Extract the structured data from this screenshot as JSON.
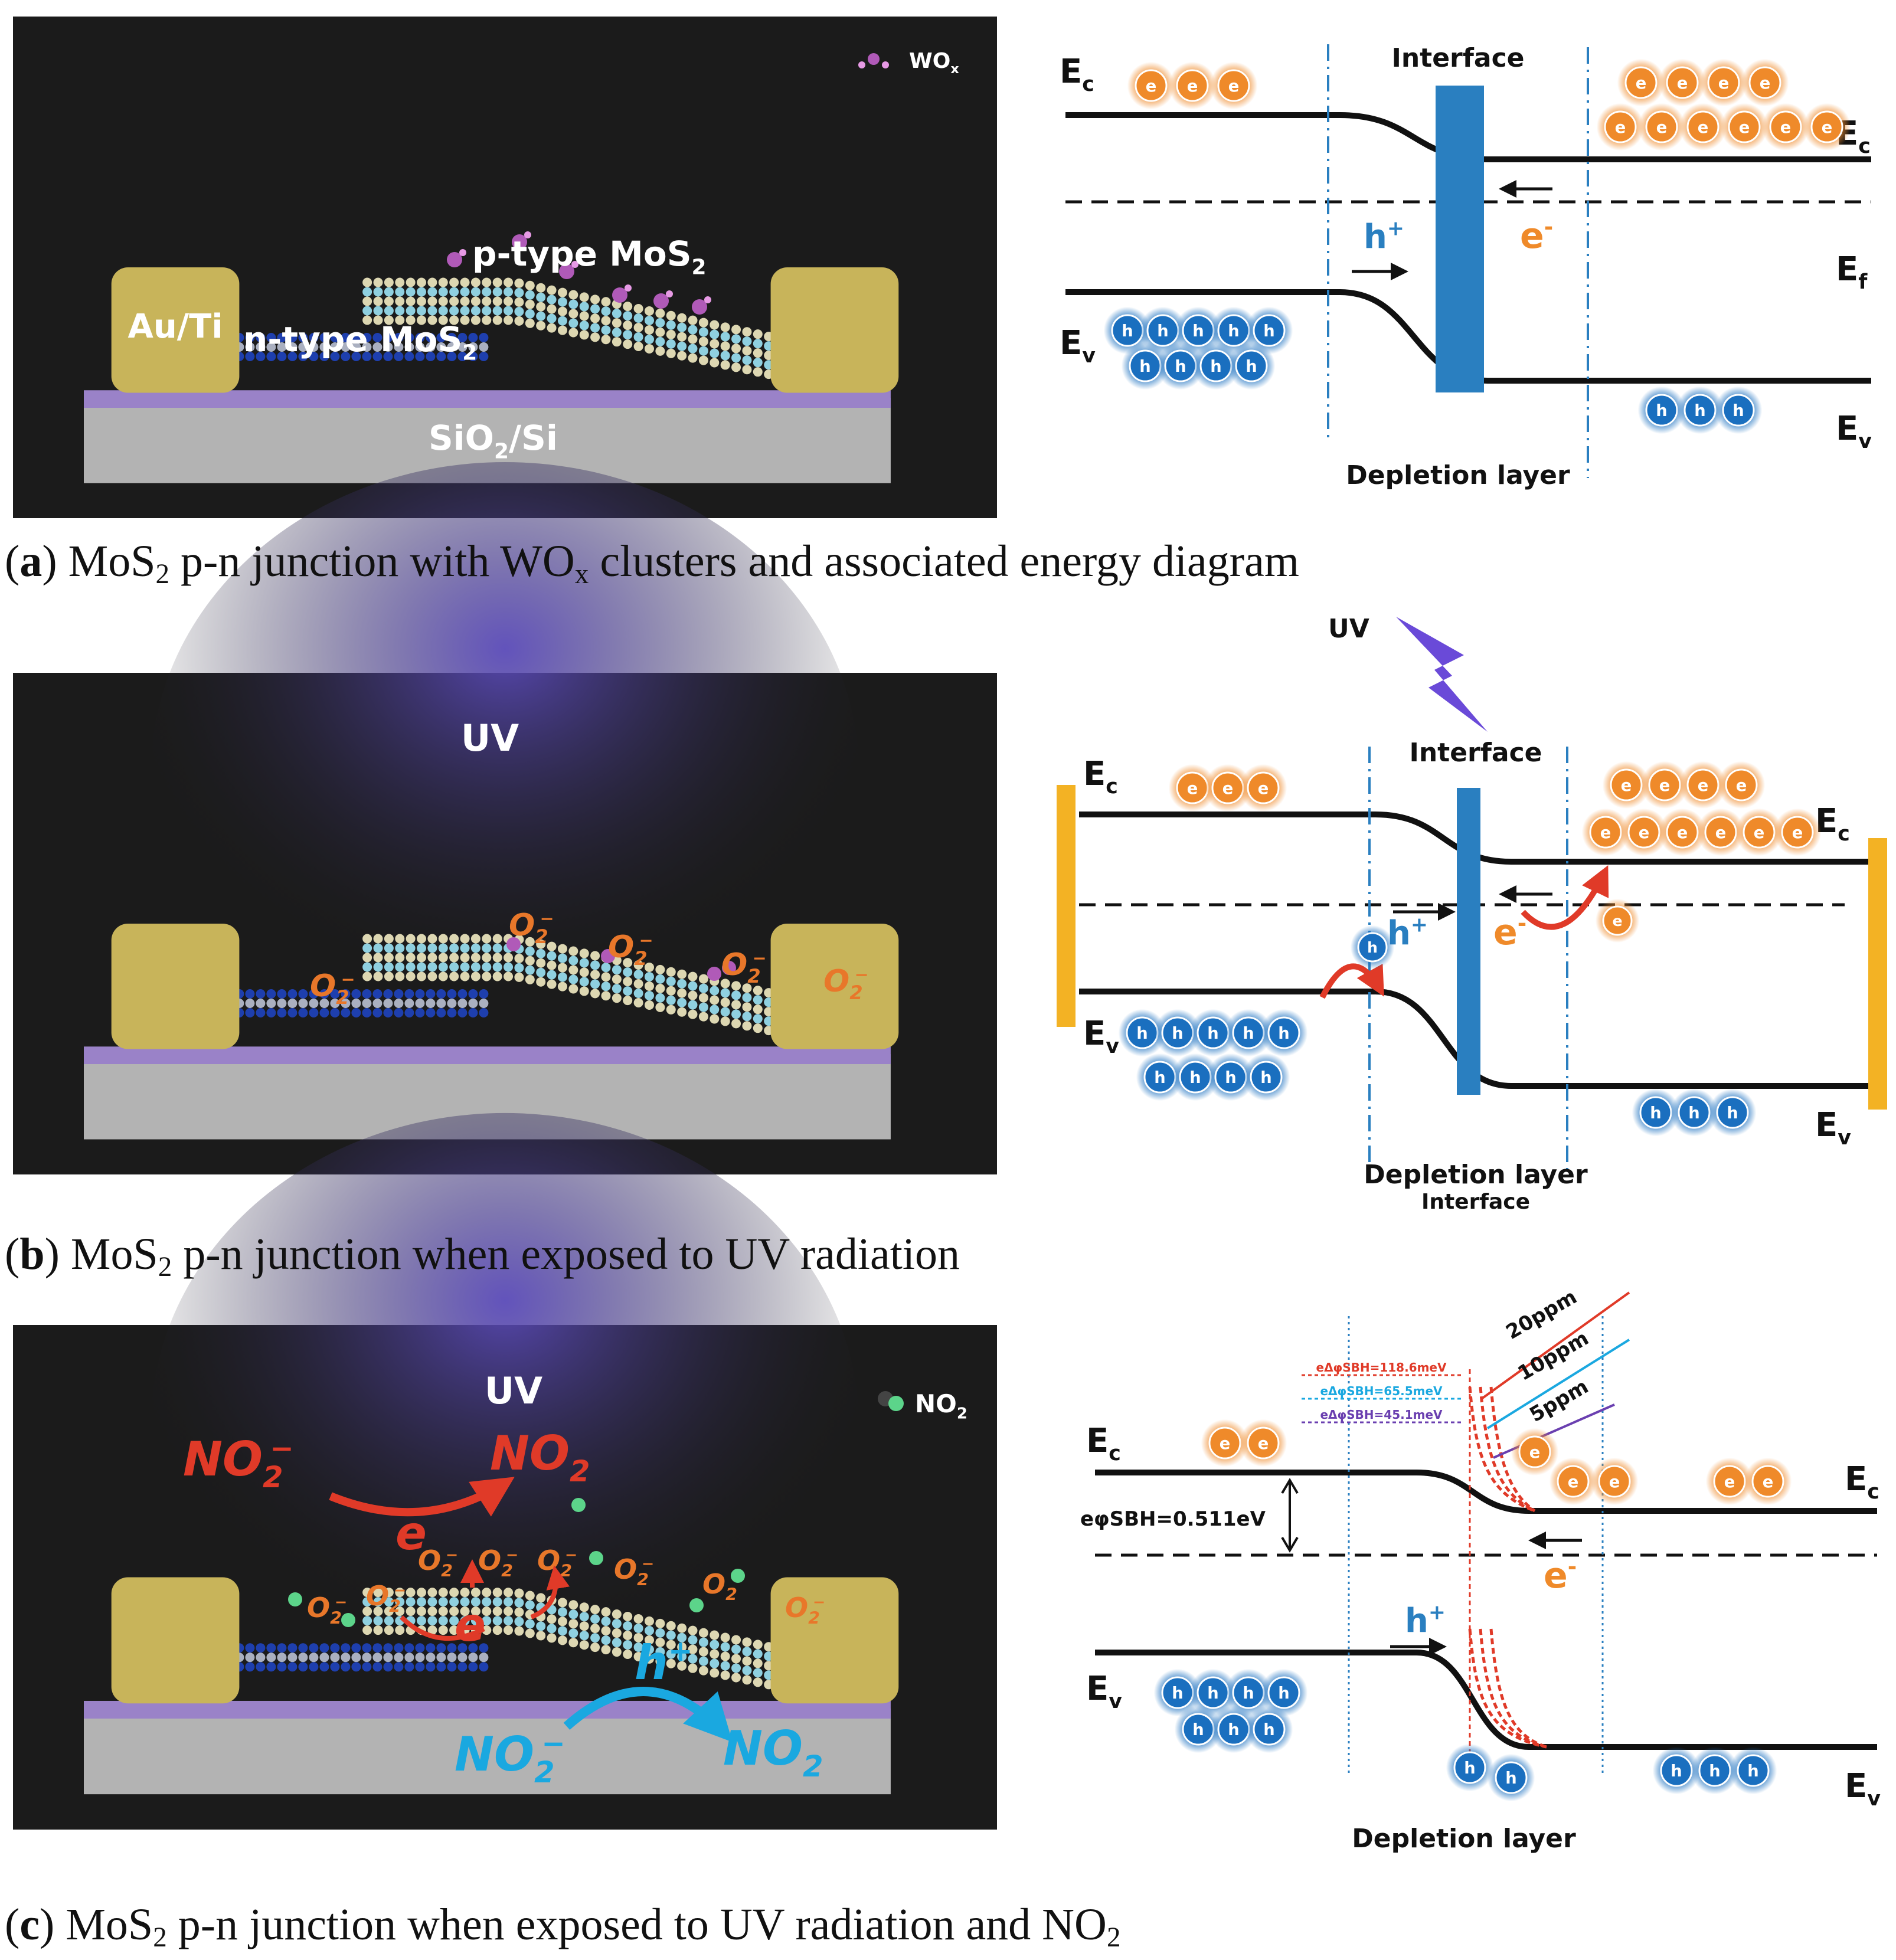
{
  "panels": [
    {
      "caption": {
        "letter": "a",
        "pre": " MoS",
        "sub1": "2",
        "mid": " p-n junction with WO",
        "sub2": "x",
        "post": " clusters and associated energy diagram"
      },
      "device": {
        "legend": "WOx",
        "electrode": "Au/Ti",
        "p_layer": "p-type MoS2",
        "n_layer": "n-type MoS2",
        "substrate": "SiO2/Si"
      },
      "band": {
        "ec": "Ec",
        "ev": "Ev",
        "ef": "Ef",
        "interface": "Interface",
        "depletion": "Depletion layer",
        "hole": "h+",
        "electron": "e-",
        "e": "e",
        "h": "h"
      }
    },
    {
      "caption": {
        "letter": "b",
        "pre": " MoS",
        "sub1": "2",
        "post": " p-n junction when exposed to UV radiation"
      },
      "device": {
        "uv": "UV",
        "adsorbate": "O2−"
      },
      "band": {
        "uv": "UV",
        "ec": "Ec",
        "ev": "Ev",
        "interface": "Interface",
        "depletion": "Depletion layer",
        "interface2": "Interface",
        "hole": "h+",
        "electron": "e-",
        "e": "e",
        "h": "h"
      }
    },
    {
      "caption": {
        "letter": "c",
        "pre": " MoS",
        "sub1": "2",
        "post": " p-n junction when exposed to UV radiation and NO",
        "sub3": "2"
      },
      "device": {
        "uv": "UV",
        "legend": "NO2",
        "no2_minus": "NO2−",
        "no2": "NO2",
        "electron": "e−",
        "hole": "h+",
        "adsorbate": "O2−"
      },
      "band": {
        "ec": "Ec",
        "ev": "Ev",
        "sbh": "eφSBH=0.511eV",
        "conc": [
          "20ppm",
          "10ppm",
          "5ppm"
        ],
        "shift": [
          "eΔφSBH=118.6meV",
          "eΔφSBH=65.5meV",
          "eΔφSBH=45.1meV"
        ],
        "depletion": "Depletion layer",
        "hole": "h+",
        "electron": "e-",
        "e": "e",
        "h": "h"
      }
    }
  ],
  "colors": {
    "bg": "#1b1b1b",
    "gold": "#c8b45a",
    "purple": "#9a82c8",
    "substrate": "#b3b3b3",
    "electron": "#ef8a2a",
    "hole": "#1a6fbf",
    "interface": "#2a7fc0",
    "orange_text": "#e8772a",
    "blue_text": "#2a8fd8",
    "red": "#e03a28",
    "cyan": "#1aa8e0",
    "violet": "#6a3fb0",
    "contact": "#f3b224"
  }
}
